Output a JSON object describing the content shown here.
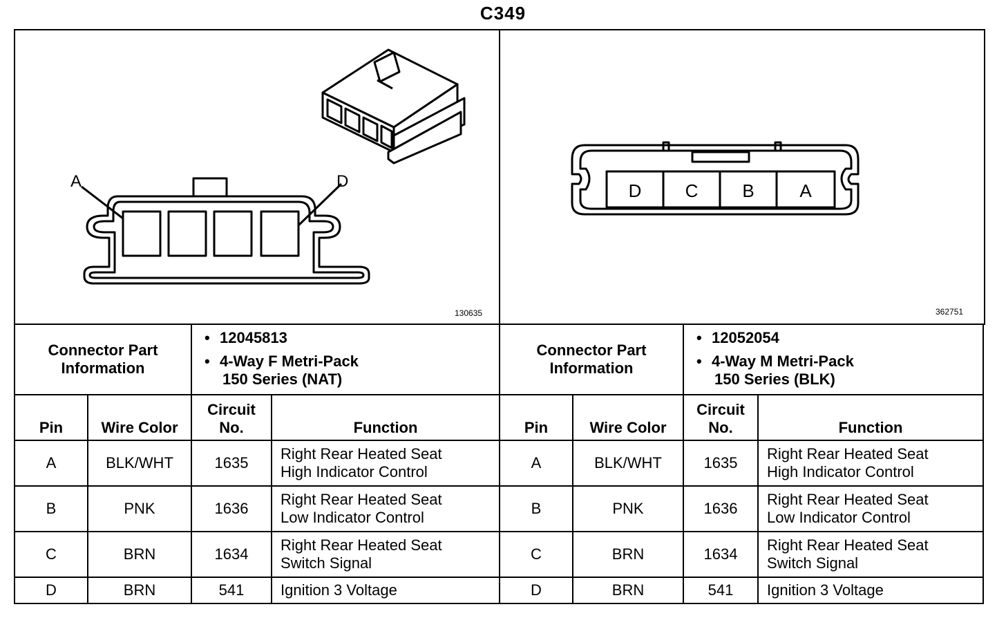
{
  "title": "C349",
  "left_connector": {
    "figure_id": "130635",
    "callout_left": "A",
    "callout_right": "D",
    "part_label": "Connector Part Information",
    "part_number": "12045813",
    "description_line1": "4-Way F Metri-Pack",
    "description_line2": "150 Series (NAT)",
    "headers": {
      "pin": "Pin",
      "wire_color": "Wire Color",
      "circuit_no": "Circuit No.",
      "function": "Function"
    },
    "rows": [
      {
        "pin": "A",
        "wire_color": "BLK/WHT",
        "circuit": "1635",
        "func1": "Right Rear Heated Seat",
        "func2": "High Indicator Control"
      },
      {
        "pin": "B",
        "wire_color": "PNK",
        "circuit": "1636",
        "func1": "Right Rear Heated Seat",
        "func2": "Low Indicator Control"
      },
      {
        "pin": "C",
        "wire_color": "BRN",
        "circuit": "1634",
        "func1": "Right Rear Heated Seat",
        "func2": "Switch Signal"
      },
      {
        "pin": "D",
        "wire_color": "BRN",
        "circuit": "541",
        "func1": "Ignition 3 Voltage",
        "func2": ""
      }
    ]
  },
  "right_connector": {
    "figure_id": "362751",
    "pin_labels": [
      "D",
      "C",
      "B",
      "A"
    ],
    "part_label": "Connector Part Information",
    "part_number": "12052054",
    "description_line1": "4-Way M Metri-Pack",
    "description_line2": "150 Series (BLK)",
    "headers": {
      "pin": "Pin",
      "wire_color": "Wire Color",
      "circuit_no": "Circuit No.",
      "function": "Function"
    },
    "rows": [
      {
        "pin": "A",
        "wire_color": "BLK/WHT",
        "circuit": "1635",
        "func1": "Right Rear Heated Seat",
        "func2": "High Indicator Control"
      },
      {
        "pin": "B",
        "wire_color": "PNK",
        "circuit": "1636",
        "func1": "Right Rear Heated Seat",
        "func2": "Low Indicator Control"
      },
      {
        "pin": "C",
        "wire_color": "BRN",
        "circuit": "1634",
        "func1": "Right Rear Heated Seat",
        "func2": "Switch Signal"
      },
      {
        "pin": "D",
        "wire_color": "BRN",
        "circuit": "541",
        "func1": "Ignition 3 Voltage",
        "func2": ""
      }
    ]
  }
}
